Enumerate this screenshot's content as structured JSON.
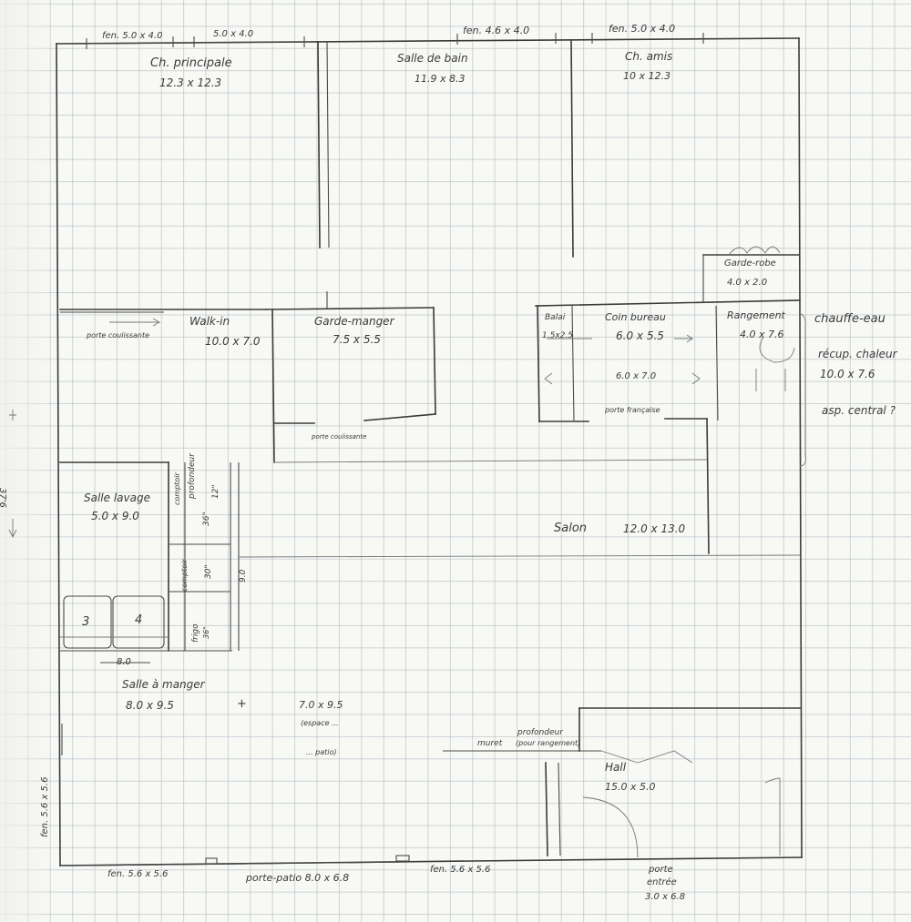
{
  "rooms": {
    "ch_principale": {
      "name": "Ch. principale",
      "size": "12.3 x 12.3"
    },
    "salle_bain": {
      "name": "Salle de bain",
      "size": "11.9 x 8.3"
    },
    "ch_amis": {
      "name": "Ch. amis",
      "size": "10 x 12.3"
    },
    "garde_robe": {
      "name": "Garde-robe",
      "size": "4.0 x 2.0"
    },
    "walk_in": {
      "name": "Walk-in",
      "size": "10.0 x 7.0"
    },
    "garde_manger": {
      "name": "Garde-manger",
      "size": "7.5 x 5.5"
    },
    "balai": {
      "name": "Balai",
      "size": "1.5x2.5"
    },
    "coin_bureau": {
      "name": "Coin bureau",
      "size": "6.0 x 5.5",
      "size2": "6.0 x 7.0"
    },
    "rangement": {
      "name": "Rangement",
      "size": "4.0 x 7.6"
    },
    "salle_lavage": {
      "name": "Salle lavage",
      "size": "5.0 x 9.0"
    },
    "salon": {
      "name": "Salon",
      "size": "12.0 x 13.0"
    },
    "salle_manger": {
      "name": "Salle à manger",
      "size": "8.0 x 9.5"
    },
    "espace": {
      "size": "7.0 x 9.5",
      "note1": "(espace ...",
      "note2": "... patio)"
    },
    "hall": {
      "name": "Hall",
      "size": "15.0 x 5.0"
    }
  },
  "windows": {
    "top_left": "fen. 5.0 x 4.0",
    "top_left2": "5.0 x 4.0",
    "top_mid": "fen. 4.6 x 4.0",
    "top_right": "fen. 5.0 x 4.0",
    "bottom_left": "fen. 5.6 x 5.6",
    "bottom_mid": "fen. 5.6 x 5.6",
    "left_side": "fen. 5.6 x 5.6"
  },
  "doors": {
    "porte_coulissante_left": "porte coulissante",
    "porte_coulissante_mid": "porte coulissante",
    "porte_francaise": "porte française",
    "porte_patio": "porte-patio 8.0 x 6.8",
    "porte_entree_line1": "porte",
    "porte_entree_line2": "entrée",
    "porte_entree_size": "3.0 x 6.8"
  },
  "notes": {
    "chauffe_eau": "chauffe-eau",
    "recup_chaleur": "récup. chaleur",
    "recup_size": "10.0 x 7.6",
    "asp_central": "asp. central ?",
    "muret": "muret",
    "profondeur": "profondeur",
    "pour_rangement": "(pour rangement)",
    "comptoir1": "comptoir",
    "comptoir2": "comptoir",
    "profondeur_36": "36\"",
    "profondeur_12": "12\"",
    "depth_30": "30\"",
    "frigo": "frigo",
    "frigo_36": "36\"",
    "nine": "9.0",
    "eight": "8.0",
    "appliance_1": "3",
    "appliance_2": "4",
    "overall_width": "37'6",
    "plus_sign": "+"
  }
}
